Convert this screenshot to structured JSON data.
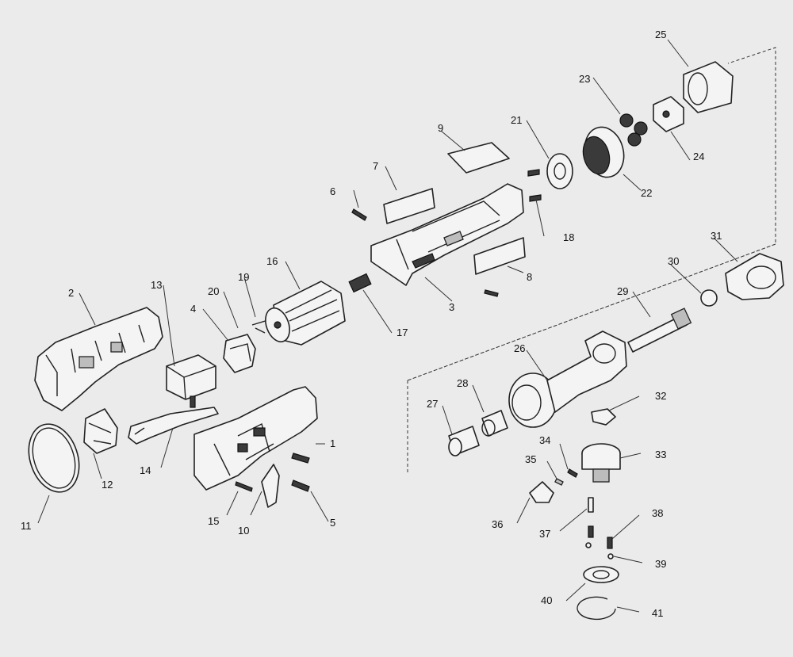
{
  "diagram": {
    "parts": [
      {
        "id": "1",
        "label": "1"
      },
      {
        "id": "2",
        "label": "2"
      },
      {
        "id": "3",
        "label": "3"
      },
      {
        "id": "4",
        "label": "4"
      },
      {
        "id": "5",
        "label": "5"
      },
      {
        "id": "6",
        "label": "6"
      },
      {
        "id": "7",
        "label": "7"
      },
      {
        "id": "8",
        "label": "8"
      },
      {
        "id": "9",
        "label": "9"
      },
      {
        "id": "10",
        "label": "10"
      },
      {
        "id": "11",
        "label": "11"
      },
      {
        "id": "12",
        "label": "12"
      },
      {
        "id": "13",
        "label": "13"
      },
      {
        "id": "14",
        "label": "14"
      },
      {
        "id": "15",
        "label": "15"
      },
      {
        "id": "16",
        "label": "16"
      },
      {
        "id": "17",
        "label": "17"
      },
      {
        "id": "18",
        "label": "18"
      },
      {
        "id": "19",
        "label": "19"
      },
      {
        "id": "20",
        "label": "20"
      },
      {
        "id": "21",
        "label": "21"
      },
      {
        "id": "22",
        "label": "22"
      },
      {
        "id": "23",
        "label": "23"
      },
      {
        "id": "24",
        "label": "24"
      },
      {
        "id": "25",
        "label": "25"
      },
      {
        "id": "26",
        "label": "26"
      },
      {
        "id": "27",
        "label": "27"
      },
      {
        "id": "28",
        "label": "28"
      },
      {
        "id": "29",
        "label": "29"
      },
      {
        "id": "30",
        "label": "30"
      },
      {
        "id": "31",
        "label": "31"
      },
      {
        "id": "32",
        "label": "32"
      },
      {
        "id": "33",
        "label": "33"
      },
      {
        "id": "34",
        "label": "34"
      },
      {
        "id": "35",
        "label": "35"
      },
      {
        "id": "36",
        "label": "36"
      },
      {
        "id": "37",
        "label": "37"
      },
      {
        "id": "38",
        "label": "38"
      },
      {
        "id": "39",
        "label": "39"
      },
      {
        "id": "40",
        "label": "40"
      },
      {
        "id": "41",
        "label": "41"
      }
    ]
  }
}
